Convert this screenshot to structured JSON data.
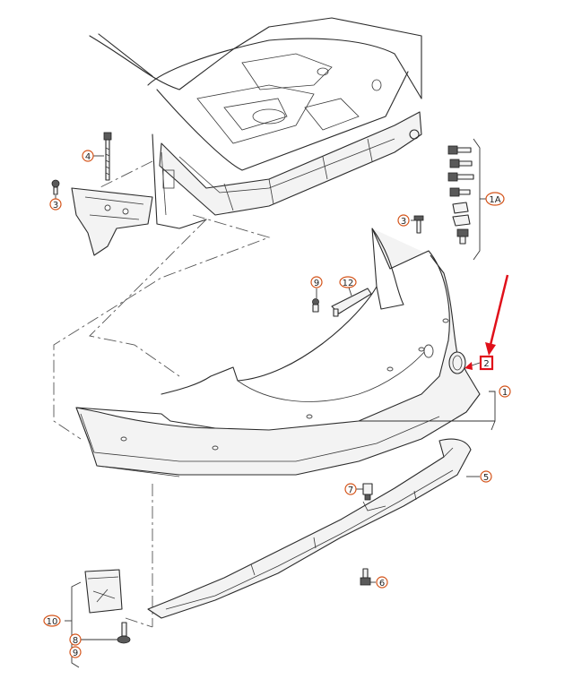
{
  "callouts": {
    "c1": "1",
    "c1a": "1A",
    "c2": "2",
    "c3a": "3",
    "c3b": "3",
    "c4": "4",
    "c5": "5",
    "c6": "6",
    "c7": "7",
    "c8": "8",
    "c9a": "9",
    "c9b": "9",
    "c10": "10",
    "c12": "12"
  },
  "highlight": {
    "selected_callout": "2",
    "color": "#e0101a"
  },
  "colors": {
    "callout_outline": "#d4541a",
    "line": "#2b2b2b"
  }
}
